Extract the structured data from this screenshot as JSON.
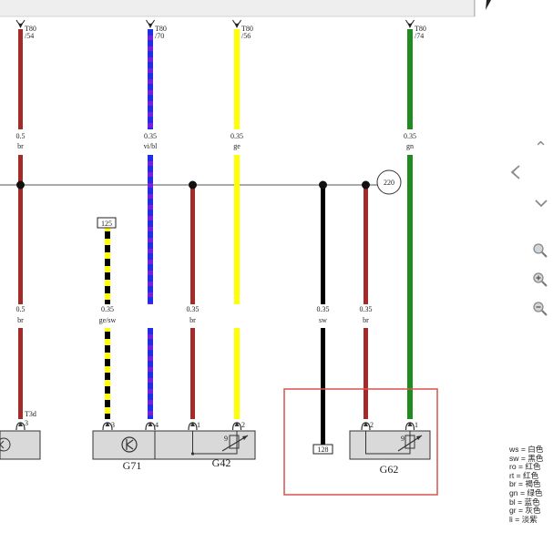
{
  "connectors": [
    {
      "id": "t80-54",
      "line1": "T80",
      "line2": "/54"
    },
    {
      "id": "t80-70",
      "line1": "T80",
      "line2": "/70"
    },
    {
      "id": "t80-56",
      "line1": "T80",
      "line2": "/56"
    },
    {
      "id": "t80-74",
      "line1": "T80",
      "line2": "/74"
    }
  ],
  "wire_labels": [
    {
      "id": "w1-top",
      "size": "0.5",
      "color": "br"
    },
    {
      "id": "w2-top",
      "size": "0.35",
      "color": "vi/bl"
    },
    {
      "id": "w3-top",
      "size": "0.35",
      "color": "ge"
    },
    {
      "id": "w4-top",
      "size": "0.35",
      "color": "gn"
    },
    {
      "id": "w1-bot",
      "size": "0.5",
      "color": "br"
    },
    {
      "id": "w5",
      "size": "0.35",
      "color": "ge/sw"
    },
    {
      "id": "w6",
      "size": "0.35",
      "color": "br"
    },
    {
      "id": "w7",
      "size": "0.35",
      "color": "sw"
    },
    {
      "id": "w8",
      "size": "0.35",
      "color": "br"
    }
  ],
  "boxes": {
    "b125": "125",
    "b128": "128",
    "c220": "220"
  },
  "pins": {
    "t3d": "T3d",
    "t3d_pin": "3",
    "p3": "3",
    "p4": "4",
    "p1a": "1",
    "p2a": "2",
    "p2b": "2",
    "p1b": "1"
  },
  "components": {
    "g71": "G71",
    "g42": "G42",
    "g62": "G62"
  },
  "legend": [
    "ws = 白色",
    "sw = 黑色",
    "ro = 红色",
    "rt = 红色",
    "br = 褐色",
    "gn = 绿色",
    "bl = 蓝色",
    "gr = 灰色",
    "li  = 淡紫"
  ],
  "colors": {
    "br": "#a52a2a",
    "ge": "#ffff00",
    "gn": "#1e8c1e",
    "vi": "#7a1fd6",
    "bl": "#1f2fe8",
    "sw": "#000000",
    "highlight": "#d9534f"
  },
  "nav_icons": [
    "chevron-up-icon",
    "chevron-left-icon",
    "chevron-down-icon",
    "search-icon",
    "zoom-in-icon",
    "zoom-out-icon"
  ]
}
